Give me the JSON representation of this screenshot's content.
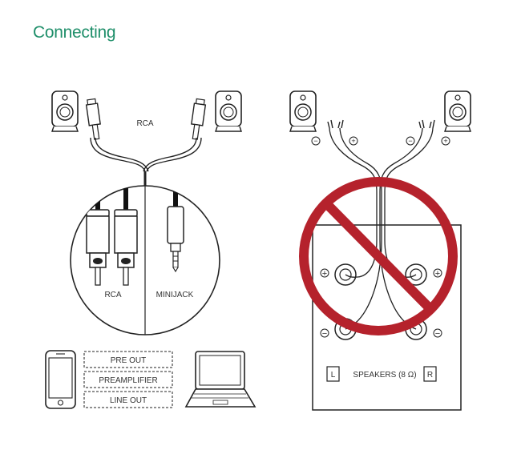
{
  "title": "Connecting",
  "left_panel": {
    "rca_top_label": "RCA",
    "rca_label": "RCA",
    "minijack_label": "MINIJACK",
    "source_boxes": [
      "PRE OUT",
      "PREAMPLIFIER",
      "LINE OUT"
    ],
    "phone_icon": "smartphone-icon",
    "laptop_icon": "laptop-icon"
  },
  "right_panel": {
    "plus_sign": "+",
    "minus_sign": "−",
    "channel_left": "L",
    "channel_right": "R",
    "speakers_label": "SPEAKERS (8 Ω)",
    "prohibition_icon": "no-sign-icon"
  },
  "colors": {
    "title": "#1f8f6a",
    "prohibition": "#b5222c",
    "line": "#222222"
  }
}
